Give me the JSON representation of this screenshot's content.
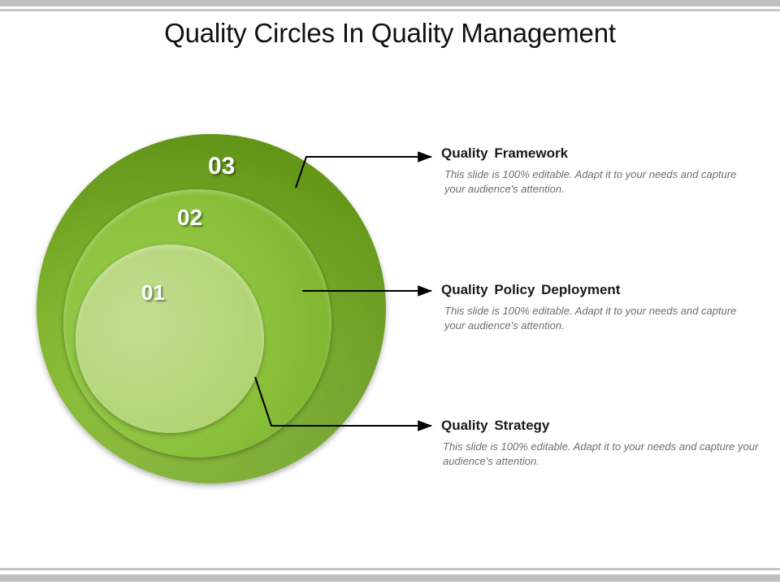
{
  "slide": {
    "title": "Quality Circles In Quality Management"
  },
  "diagram": {
    "type": "concentric-circles",
    "rings": [
      {
        "number": "01",
        "level": 1,
        "color": "#B5D67A",
        "label": "Quality Strategy"
      },
      {
        "number": "02",
        "level": 2,
        "color": "#8BC23C",
        "label": "Quality Policy Deployment"
      },
      {
        "number": "03",
        "level": 3,
        "color": "#6FA422",
        "label": "Quality Framework"
      }
    ]
  },
  "items": [
    {
      "title": "Quality  Framework",
      "body": "This slide is 100% editable.  Adapt it to your needs and capture your audience's attention."
    },
    {
      "title": "Quality  Policy  Deployment",
      "body": "This slide is 100% editable.  Adapt it to your needs and capture your audience's attention."
    },
    {
      "title": "Quality  Strategy",
      "body": "This slide is 100% editable.  Adapt it to your needs and capture your audience's attention."
    }
  ],
  "colors": {
    "outer_ring": "#6FA422",
    "middle_ring": "#8BC23C",
    "inner_ring": "#B5D67A",
    "frame_bar": "#bfbfbf",
    "title_text": "#111111",
    "body_text": "#6e6e6e"
  }
}
